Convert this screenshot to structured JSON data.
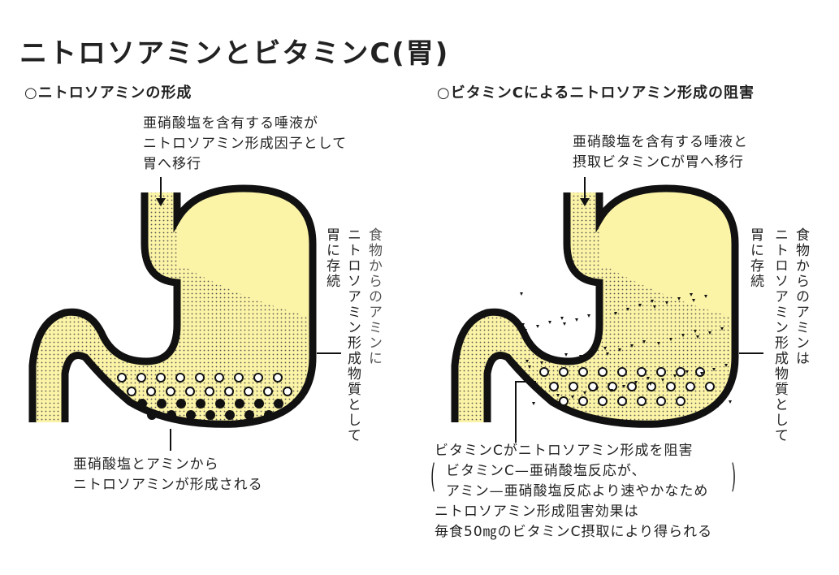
{
  "title": "ニトロソアミンとビタミンC(胃)",
  "left": {
    "heading": "○ニトロソアミンの形成",
    "top_note": [
      "亜硝酸塩を含有する唾液が",
      "ニトロソアミン形成因子として",
      "胃へ移行"
    ],
    "persist": "胃に存続",
    "amine_food": "食物からのアミンに",
    "formation": "ニトロソアミン形成物質として",
    "bottom_note": [
      "亜硝酸塩とアミンから",
      "ニトロソアミンが形成される"
    ]
  },
  "right": {
    "heading": "○ビタミンCによるニトロソアミン形成の阻害",
    "top_note": [
      "亜硝酸塩を含有する唾液と",
      "摂取ビタミンCが胃へ移行"
    ],
    "persist": "胃に存続",
    "amine_food": "食物からのアミンは",
    "formation": "ニトロソアミン形成物質として",
    "bottom_note": [
      "ビタミンCがニトロソアミン形成を阻害",
      "ビタミンC—亜硝酸塩反応が、",
      "アミン—亜硝酸塩反応より速やかなため",
      "ニトロソアミン形成阻害効果は",
      "毎食50㎎のビタミンC摂取により得られる"
    ]
  },
  "colors": {
    "fill": "#fbf3a6",
    "outline": "#111111"
  }
}
